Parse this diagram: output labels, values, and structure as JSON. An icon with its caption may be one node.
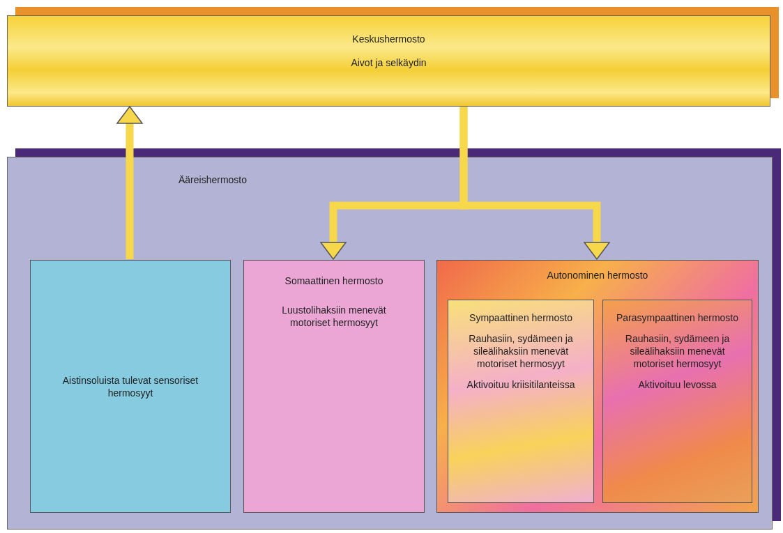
{
  "diagram": {
    "nodes": [
      {
        "text": [
          "Keskushermosto",
          "Aivot ja selkäydin"
        ]
      },
      {
        "text": [
          "Ääreishermosto"
        ]
      },
      {
        "text": [
          "Aistinsoluista tulevat sensoriset hermosyyt"
        ],
        "in": 1
      },
      {
        "text": [
          "Somaattinen hermosto",
          "Luustolihaksiin menevät motoriset hermosyyt"
        ],
        "in": 1
      },
      {
        "text": [
          "Autonominen hermosto"
        ],
        "in": 1
      },
      {
        "text": [
          "Sympaattinen hermosto",
          "Rauhasiin, sydämeen ja sileälihaksiin menevät motoriset hermosyyt",
          "Aktivoituu kriisitilanteissa"
        ],
        "in": 4
      },
      {
        "text": [
          "Parasympaattinen hermosto",
          "Rauhasiin, sydämeen ja sileälihaksiin menevät motoriset hermosyyt",
          "Aktivoituu levossa"
        ],
        "in": 4
      }
    ],
    "edges": [
      {
        "from": 2,
        "to": 0,
        "arrow": "to"
      },
      {
        "from": 0,
        "to": 3,
        "arrow": "to"
      },
      {
        "from": 0,
        "to": 4,
        "arrow": "to"
      }
    ]
  }
}
